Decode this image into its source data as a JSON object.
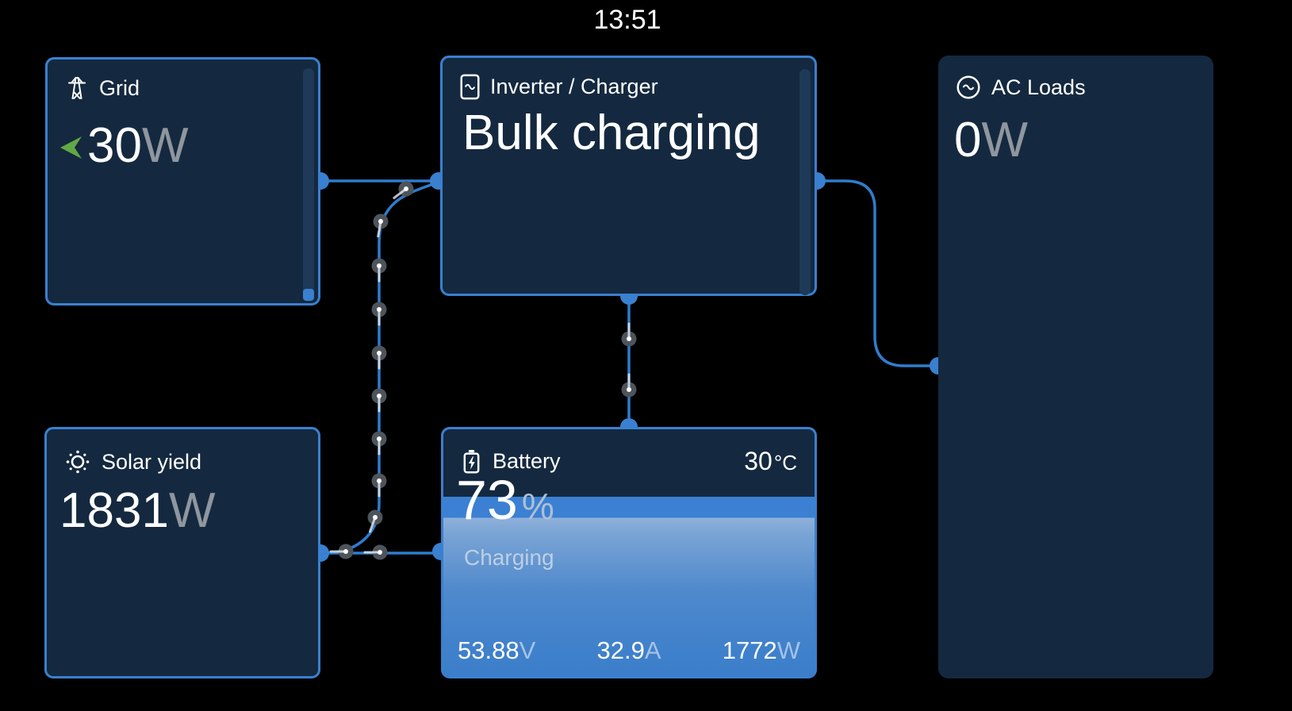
{
  "time": "13:51",
  "colors": {
    "background": "#000000",
    "card_background": "#14293f",
    "card_border_blue": "#3a80d0",
    "flow_line_blue": "#2f7ccd",
    "unit_gray": "#8f969e",
    "unit_light_blue": "#a5c2e6",
    "battery_fill_blue": "#3e80cb",
    "battery_band_blue": "#3b80d3",
    "battery_fill_light": "#8fb0da",
    "green_arrow": "#61a945"
  },
  "cards": {
    "grid": {
      "icon": "grid-pylon-icon",
      "title": "Grid",
      "value": "30",
      "unit": "W"
    },
    "inverter": {
      "icon": "inverter-icon",
      "title": "Inverter / Charger",
      "state": "Bulk charging"
    },
    "ac_loads": {
      "icon": "ac-sine-icon",
      "title": "AC Loads",
      "value": "0",
      "unit": "W"
    },
    "solar": {
      "icon": "sun-icon",
      "title": "Solar yield",
      "value": "1831",
      "unit": "W"
    },
    "battery": {
      "icon": "battery-icon",
      "title": "Battery",
      "temperature": "30",
      "temperature_unit": "°C",
      "soc": "73",
      "soc_unit": "%",
      "state": "Charging",
      "voltage": "53.88",
      "voltage_unit": "V",
      "current": "32.9",
      "current_unit": "A",
      "power": "1772",
      "power_unit": "W"
    }
  }
}
